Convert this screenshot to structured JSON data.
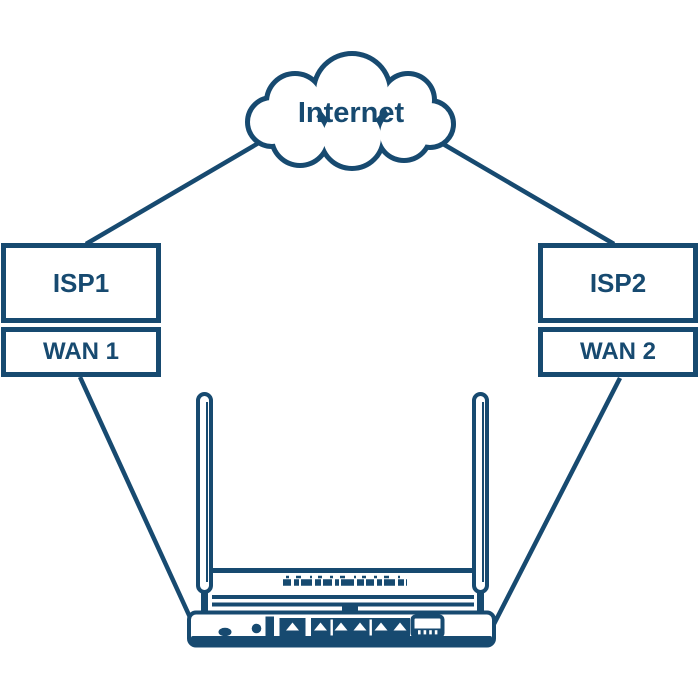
{
  "palette": {
    "ink": "#174A70",
    "fill": "#FFFFFF"
  },
  "cloud": {
    "label": "Internet"
  },
  "left_branch": {
    "isp": {
      "label": "ISP1"
    },
    "wan": {
      "label": "WAN 1"
    }
  },
  "right_branch": {
    "isp": {
      "label": "ISP2"
    },
    "wan": {
      "label": "WAN 2"
    }
  },
  "router": {
    "kind": "dual-antenna wireless router",
    "port_triangle_count": 6
  },
  "connections": [
    {
      "from": "Internet",
      "to": "ISP1"
    },
    {
      "from": "Internet",
      "to": "ISP2"
    },
    {
      "from": "WAN 1",
      "to": "Router"
    },
    {
      "from": "WAN 2",
      "to": "Router"
    }
  ]
}
